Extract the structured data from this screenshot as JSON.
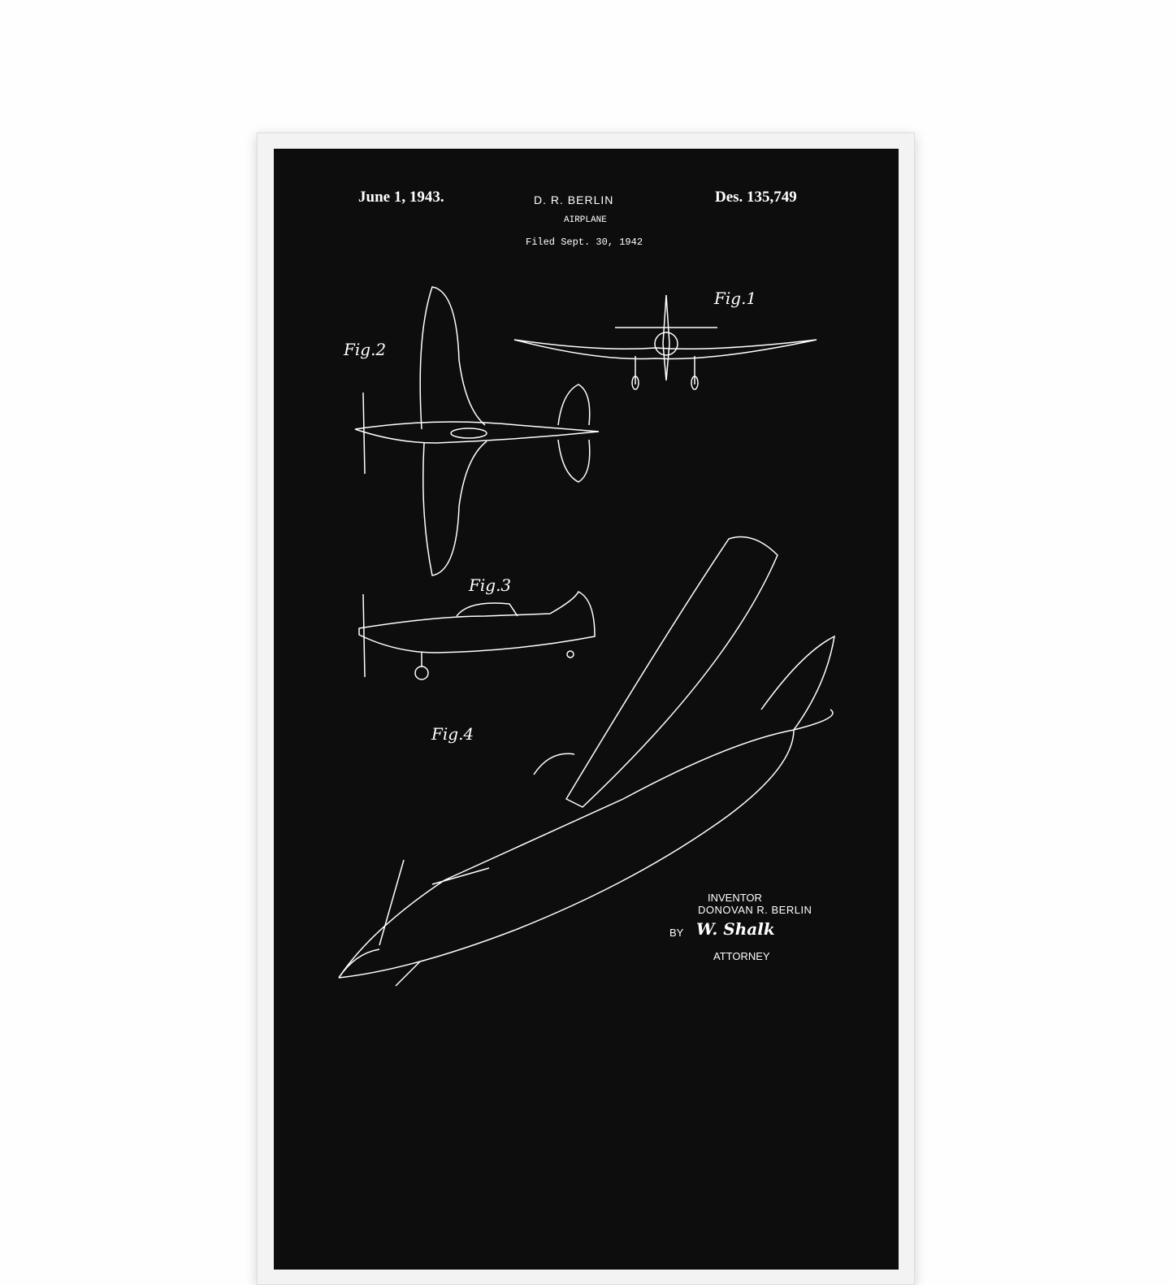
{
  "header": {
    "date": "June 1, 1943.",
    "inventor_short": "D. R. BERLIN",
    "title": "AIRPLANE",
    "filed": "Filed Sept. 30, 1942",
    "patent_number": "Des. 135,749"
  },
  "figures": [
    "Fig.1",
    "Fig.2",
    "Fig.3",
    "Fig.4"
  ],
  "signature_block": {
    "inventor_label": "INVENTOR",
    "inventor_name": "DONOVAN R. BERLIN",
    "by": "BY",
    "signature": "W. Shalk",
    "attorney_label": "ATTORNEY"
  },
  "colors": {
    "poster": "#0d0d0d",
    "frame": "#f3f3f3",
    "ink": "#ffffff"
  }
}
